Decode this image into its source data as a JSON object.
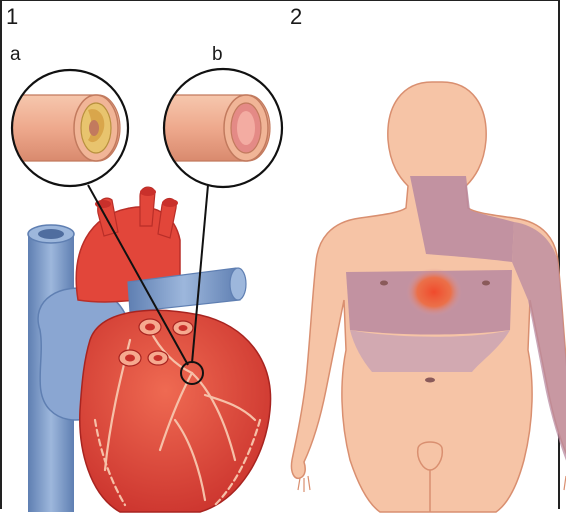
{
  "panels": [
    {
      "number": "1",
      "sublabels": [
        "a",
        "b"
      ]
    },
    {
      "number": "2"
    }
  ],
  "colors": {
    "heart_red": "#e2463a",
    "heart_dark": "#c9302b",
    "vessel_blue": "#7e9ecb",
    "artery_wall": "#f0b49a",
    "plaque_yellow": "#e8c46e",
    "skin": "#f6c4a6",
    "skin_outline": "#d98f70",
    "pain_region": "#b88aa0",
    "pain_center": "#f04a2c"
  },
  "icons": [
    "magnifier-circle-plaque-artery",
    "magnifier-circle-healthy-artery",
    "heart",
    "human-body"
  ]
}
